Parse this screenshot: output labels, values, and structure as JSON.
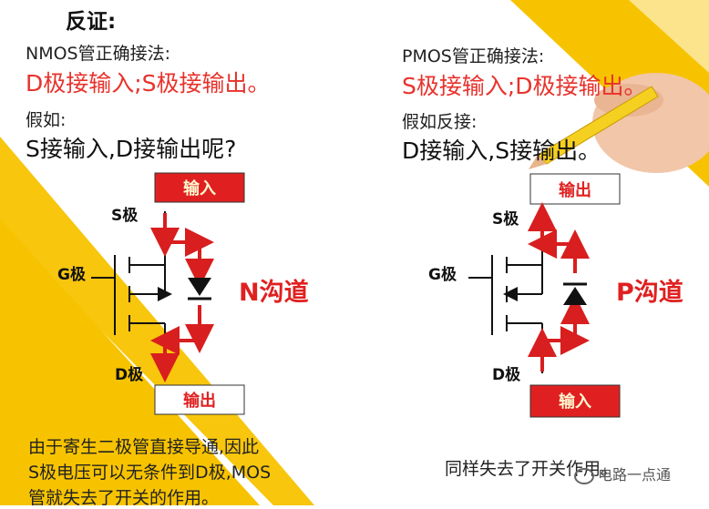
{
  "title": "反证:",
  "left": {
    "heading": "NMOS管正确接法:",
    "rule": "D极接输入;S极接输出。",
    "question_intro": "假如:",
    "question": "S接输入,D接输出呢?",
    "top_box": "输入",
    "bottom_box": "输出",
    "pin_s": "S极",
    "pin_g": "G极",
    "pin_d": "D极",
    "channel": "N沟道",
    "conclusion": [
      "由于寄生二极管直接导通,因此",
      "S极电压可以无条件到D极,MOS",
      "管就失去了开关的作用。"
    ]
  },
  "right": {
    "heading": "PMOS管正确接法:",
    "rule": "S极接输入;D极接输出。",
    "question_intro": "假如反接:",
    "question": "D接输入,S接输出。",
    "top_box": "输出",
    "bottom_box": "输入",
    "pin_s": "S极",
    "pin_g": "G极",
    "pin_d": "D极",
    "channel": "P沟道",
    "conclusion": "同样失去了开关作用。"
  },
  "watermark": "电路一点通",
  "colors": {
    "accent_red": "#e02020",
    "yellow": "#f7c300"
  }
}
